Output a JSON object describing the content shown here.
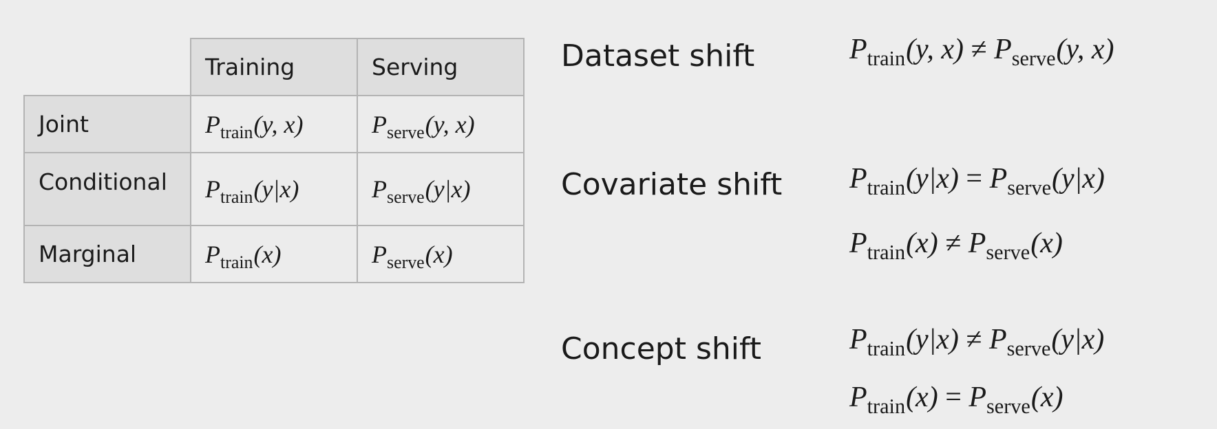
{
  "table": {
    "col_headers": [
      "Training",
      "Serving"
    ],
    "rows": [
      {
        "label": "Joint",
        "train": {
          "P": "P",
          "sub": "train",
          "args": "(y, x)"
        },
        "serve": {
          "P": "P",
          "sub": "serve",
          "args": "(y, x)"
        }
      },
      {
        "label": "Conditional",
        "train": {
          "P": "P",
          "sub": "train",
          "args": "(y|x)"
        },
        "serve": {
          "P": "P",
          "sub": "serve",
          "args": "(y|x)"
        }
      },
      {
        "label": "Marginal",
        "train": {
          "P": "P",
          "sub": "train",
          "args": "(x)"
        },
        "serve": {
          "P": "P",
          "sub": "serve",
          "args": "(x)"
        }
      }
    ]
  },
  "shifts": [
    {
      "name": "Dataset shift",
      "equations": [
        {
          "lhs_sub": "train",
          "lhs_args": "(y, x)",
          "op": "≠",
          "rhs_sub": "serve",
          "rhs_args": "(y, x)"
        }
      ]
    },
    {
      "name": "Covariate shift",
      "equations": [
        {
          "lhs_sub": "train",
          "lhs_args": "(y|x)",
          "op": "=",
          "rhs_sub": "serve",
          "rhs_args": "(y|x)"
        },
        {
          "lhs_sub": "train",
          "lhs_args": "(x)",
          "op": "≠",
          "rhs_sub": "serve",
          "rhs_args": "(x)"
        }
      ]
    },
    {
      "name": "Concept shift",
      "equations": [
        {
          "lhs_sub": "train",
          "lhs_args": "(y|x)",
          "op": "≠",
          "rhs_sub": "serve",
          "rhs_args": "(y|x)"
        },
        {
          "lhs_sub": "train",
          "lhs_args": "(x)",
          "op": "=",
          "rhs_sub": "serve",
          "rhs_args": "(x)"
        }
      ]
    }
  ],
  "colors": {
    "background": "#ededed",
    "header_fill": "#dedede",
    "border": "#b3b3b3",
    "text": "#1a1a1a"
  }
}
